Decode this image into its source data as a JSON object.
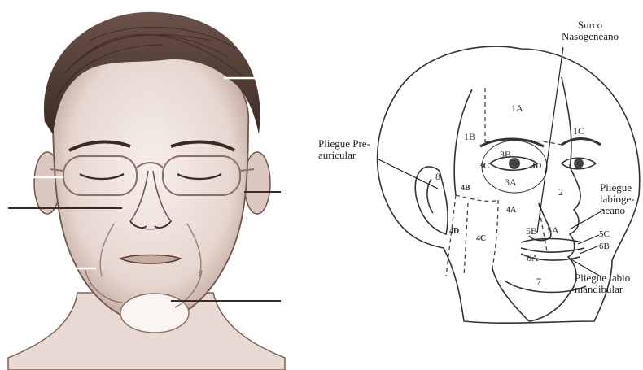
{
  "right_labels": {
    "surco_line1": "Surco",
    "surco_line2": "Nasogeneano",
    "preauricular_line1": "Pliegue Pre-",
    "preauricular_line2": "auricular",
    "labiogeneano_line1": "Pliegue",
    "labiogeneano_line2": "labioge-",
    "labiogeneano_line3": "neano",
    "labiomandibular_line1": "Pliegue labio",
    "labiomandibular_line2": "mandibular"
  },
  "zones": {
    "z1A": "1A",
    "z1B": "1B",
    "z1C": "1C",
    "z2": "2",
    "z3A": "3A",
    "z3B": "3B",
    "z3C": "3C",
    "z3D": "3D",
    "z4A": "4A",
    "z4B": "4B",
    "z4C": "4C",
    "z4D": "4D",
    "z5A": "5A",
    "z5B": "5B",
    "z5C": "5C",
    "z6A": "6A",
    "z6B": "6B",
    "z7": "7",
    "z8": "8"
  },
  "colors": {
    "sketch_dark": "#3a2a22",
    "sketch_mid": "#8a6f64",
    "sketch_light": "#d8c6be",
    "skin_bg": "#f1e7e2",
    "line": "#333333"
  }
}
